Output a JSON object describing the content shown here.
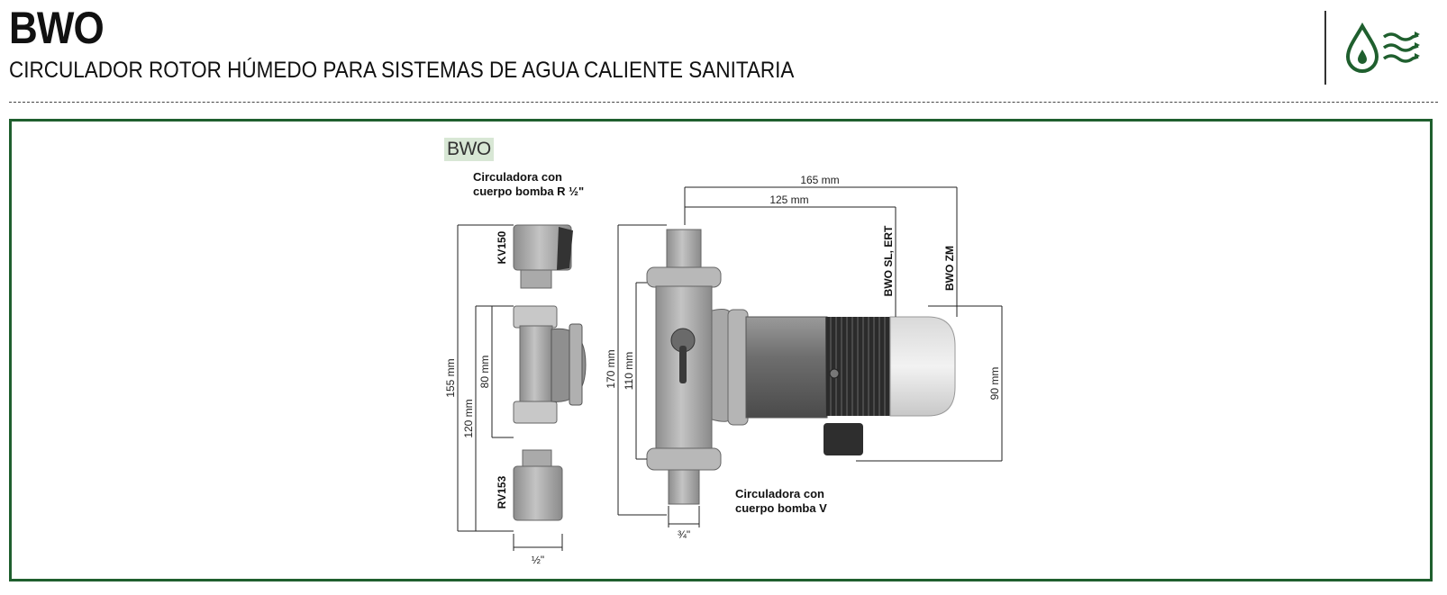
{
  "header": {
    "title": "BWO",
    "subtitle": "CIRCULADOR ROTOR HÚMEDO PARA SISTEMAS DE AGUA CALIENTE SANITARIA"
  },
  "logo": {
    "icon": "water-drop-heat-waves-icon",
    "color": "#1f5f2e"
  },
  "frame": {
    "border_color": "#1f5f2e"
  },
  "diagram": {
    "badge": "BWO",
    "note_left": [
      "Circuladora con",
      "cuerpo bomba R ½\""
    ],
    "note_right": [
      "Circuladora con",
      "cuerpo bomba V"
    ],
    "part_top": "KV150",
    "part_bottom": "RV153",
    "model_1": "BWO SL, ERT",
    "model_2": "BWO ZM",
    "dimensions": {
      "d155": "155 mm",
      "d120": "120 mm",
      "d80": "80 mm",
      "d_half": "½\"",
      "d170": "170 mm",
      "d110": "110 mm",
      "d_three_quarter": "¾\"",
      "d165": "165 mm",
      "d125": "125 mm",
      "d90": "90 mm"
    }
  }
}
